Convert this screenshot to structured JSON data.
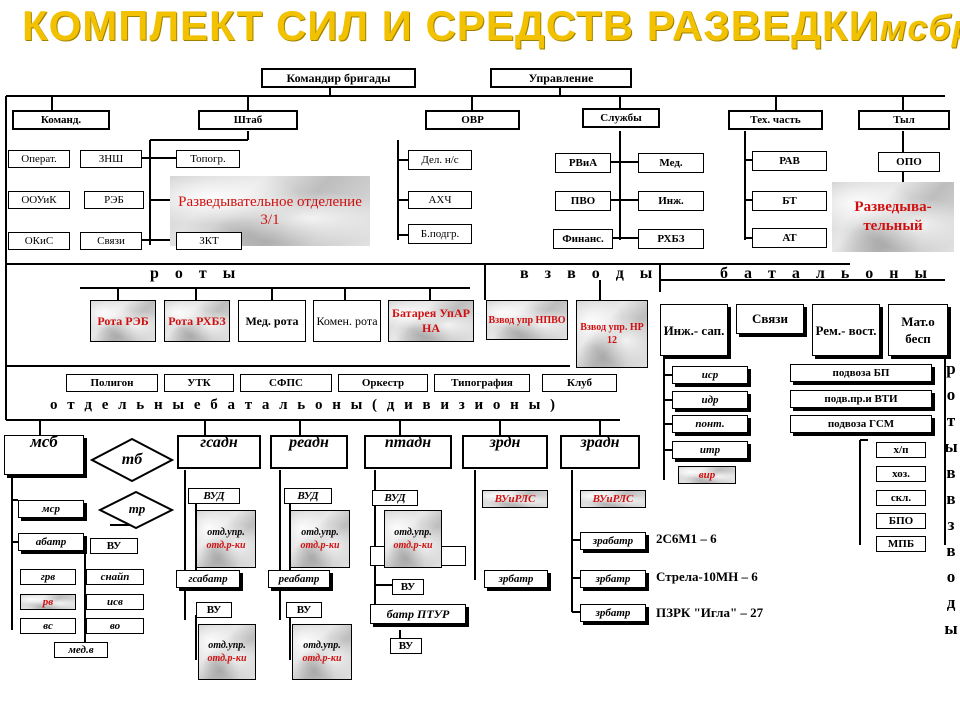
{
  "title": {
    "main": "КОМПЛЕКТ СИЛ И СРЕДСТВ РАЗВЕДКИ",
    "suffix": "мсбр"
  },
  "top": {
    "commander": "Командир бригады",
    "management": "Управление"
  },
  "row1": {
    "komand": "Команд.",
    "shtab": "Штаб",
    "ovr": "ОВР",
    "sluzhby": "Службы",
    "tech": "Тех. часть",
    "tyl": "Тыл"
  },
  "shtab_units": {
    "operat": "Операт.",
    "znsh": "ЗНШ",
    "topogr": "Топогр.",
    "oouik": "ООУиК",
    "reb": "РЭБ",
    "okis": "ОКиС",
    "svyazi": "Связи",
    "razv_otd": "Разведывательное отделение 3/1",
    "zkt": "ЗКТ"
  },
  "ovr_units": {
    "del": "Дел. н/с",
    "ahch": "АХЧ",
    "bpodgr": "Б.подгр."
  },
  "services": {
    "rvia": "РВиА",
    "med": "Мед.",
    "pvo": "ПВО",
    "inzh": "Инж.",
    "finans": "Финанс.",
    "rhbz": "РХБЗ"
  },
  "tech_units": {
    "rav": "РАВ",
    "bt": "БТ",
    "at": "АТ"
  },
  "tyl_units": {
    "opo": "ОПО",
    "razv": "Разведыва-тельный"
  },
  "section_labels": {
    "roty": "р о т ы",
    "vzvody": "в з в о д ы",
    "batalony": "б а т а л ь о н ы",
    "otd": "о т д е л ь н ы е   б а т а л ь о н ы  ( д и в и з и о н ы )",
    "roty_vzvody_v": "роты в взводы"
  },
  "roty": {
    "reb": "Рота РЭБ",
    "rhbz": "Рота РХБЗ",
    "med": "Мед. рота",
    "komen": "Комен. рота",
    "battery": "Батарея УпАР НА"
  },
  "vzvody": {
    "npvo": "Взвод упр НПВО",
    "nr": "Взвод упр. НР 12"
  },
  "batalony": {
    "inzh": "Инж.- сап.",
    "svyazi": "Связи",
    "rem": "Рем.- вост.",
    "mato": "Мат.о бесп"
  },
  "misc": {
    "poligon": "Полигон",
    "utk": "УТК",
    "sfps": "СФПС",
    "orkestr": "Оркестр",
    "tipografiya": "Типография",
    "klub": "Клуб"
  },
  "inzh_sub": {
    "isr": "иср",
    "idr": "идр",
    "pont": "понт.",
    "itr": "итр",
    "vir": "вир"
  },
  "mto_sub": {
    "podvoza_bp": "подвоза БП",
    "podv_vti": "подв.пр.и ВТИ",
    "podvoza_gsm": "подвоза ГСМ",
    "hp": "х/п",
    "hoz": "хоз.",
    "skl": "скл.",
    "bpo": "БПО",
    "mpb": "МПБ"
  },
  "right_vertical": "роты в взводы",
  "msb": {
    "title": "мсб",
    "tb": "тб",
    "tr": "тр",
    "msr": "мср",
    "abatr": "абатр",
    "vu": "ВУ",
    "grv": "грв",
    "snaip": "снайп",
    "rv": "рв",
    "isv": "исв",
    "vs": "вс",
    "vo": "во",
    "medv": "мед.в"
  },
  "gsadn": {
    "title": "гсадн",
    "vud": "ВУД",
    "otd1": "отд.упр.",
    "otd2": "отд.р-ки",
    "batr": "гсабатр",
    "vu": "ВУ",
    "otd3": "отд.упр.",
    "otd4": "отд.р-ки"
  },
  "readn": {
    "title": "реадн",
    "vud": "ВУД",
    "otd1": "отд.упр.",
    "otd2": "отд.р-ки",
    "batr": "реабатр",
    "vu": "ВУ",
    "otd3": "отд.упр.",
    "otd4": "отд.р-ки"
  },
  "ptadn": {
    "title": "птадн",
    "vud": "ВУД",
    "otd1": "отд.упр.",
    "otd2": "отд.р-ки",
    "vu": "ВУ",
    "ptur": "батр ПТУР",
    "vu2": "ВУ"
  },
  "zrdn": {
    "title": "зрдн",
    "vuirls": "ВУиРЛС",
    "batr": "зрбатр"
  },
  "zradn": {
    "title": "зрадн",
    "vuirls": "ВУиРЛС",
    "b1": "зрабатр",
    "b2": "зрбатр",
    "b3": "зрбатр",
    "t1": "2С6М1 – 6",
    "t2": "Стрела-10МН – 6",
    "t3": "ПЗРК \"Игла\" – 27"
  }
}
